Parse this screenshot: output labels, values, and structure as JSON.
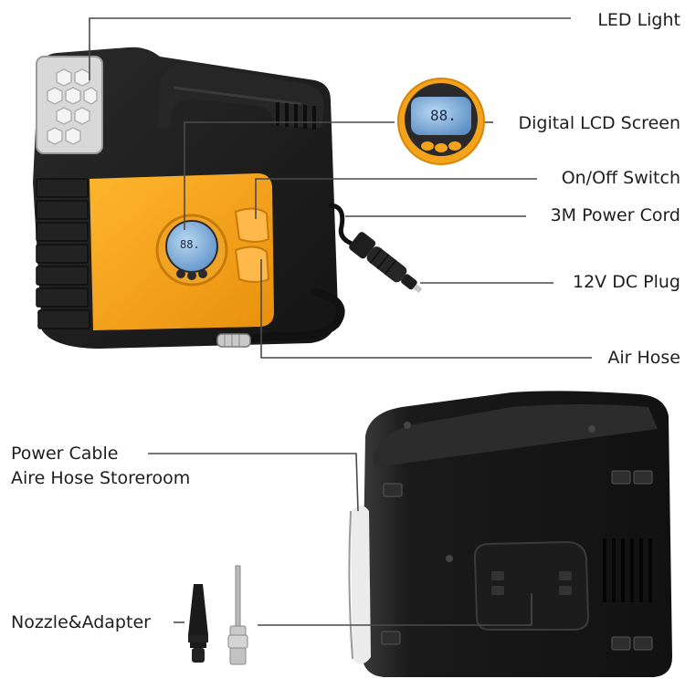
{
  "callouts": {
    "led_light": "LED Light",
    "lcd_screen": "Digital LCD Screen",
    "on_off_switch": "On/Off Switch",
    "power_cord": "3M Power Cord",
    "dc_plug": "12V DC Plug",
    "air_hose": "Air Hose",
    "storeroom_line1": "Power Cable",
    "storeroom_line2": "Aire Hose Storeroom",
    "nozzle_adapter": "Nozzle&Adapter"
  },
  "lcd": {
    "reading": "88."
  },
  "colors": {
    "body": "#1c1c1c",
    "accent": "#f5a31a",
    "lcd": "#7aa9d6",
    "leader_line": "#4a4a4a"
  }
}
